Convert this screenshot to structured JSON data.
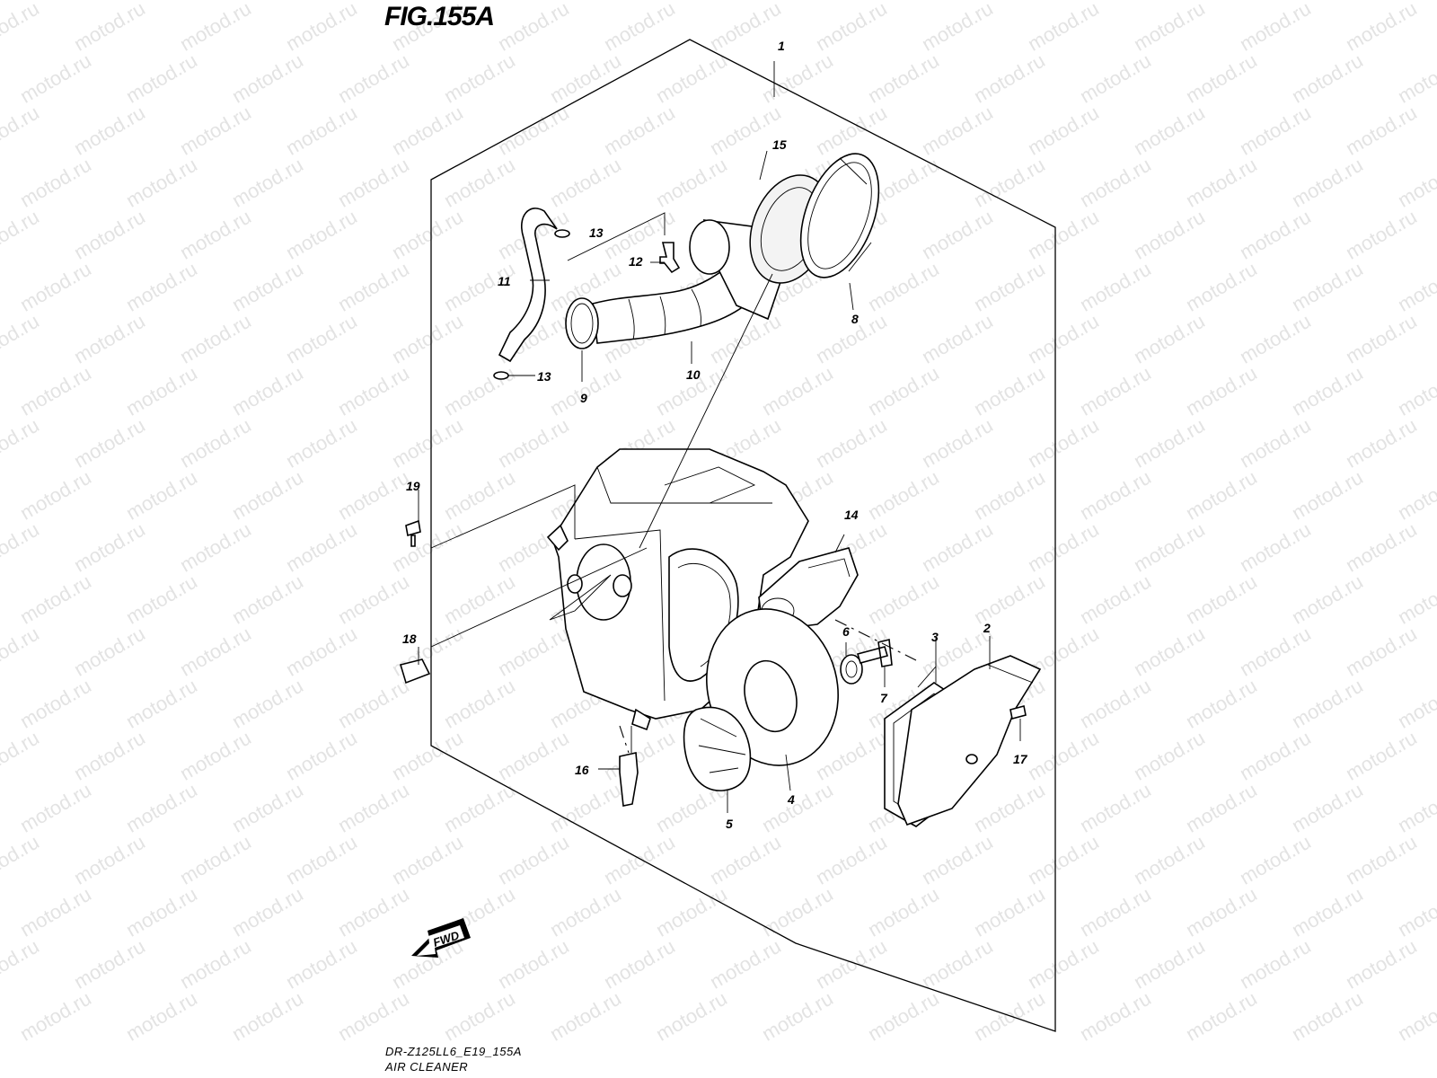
{
  "figure": {
    "title": "FIG.155A",
    "model_code": "DR-Z125LL6_E19_155A",
    "section_name": "AIR CLEANER"
  },
  "watermark": {
    "text": "motod.ru"
  },
  "fwd_arrow": {
    "label": "FWD"
  },
  "callouts": {
    "c1": "1",
    "c2": "2",
    "c3": "3",
    "c4": "4",
    "c5": "5",
    "c6": "6",
    "c7": "7",
    "c8": "8",
    "c9": "9",
    "c10": "10",
    "c11": "11",
    "c12": "12",
    "c13a": "13",
    "c13b": "13",
    "c14": "14",
    "c15": "15",
    "c16": "16",
    "c17": "17",
    "c18": "18",
    "c19": "19"
  }
}
